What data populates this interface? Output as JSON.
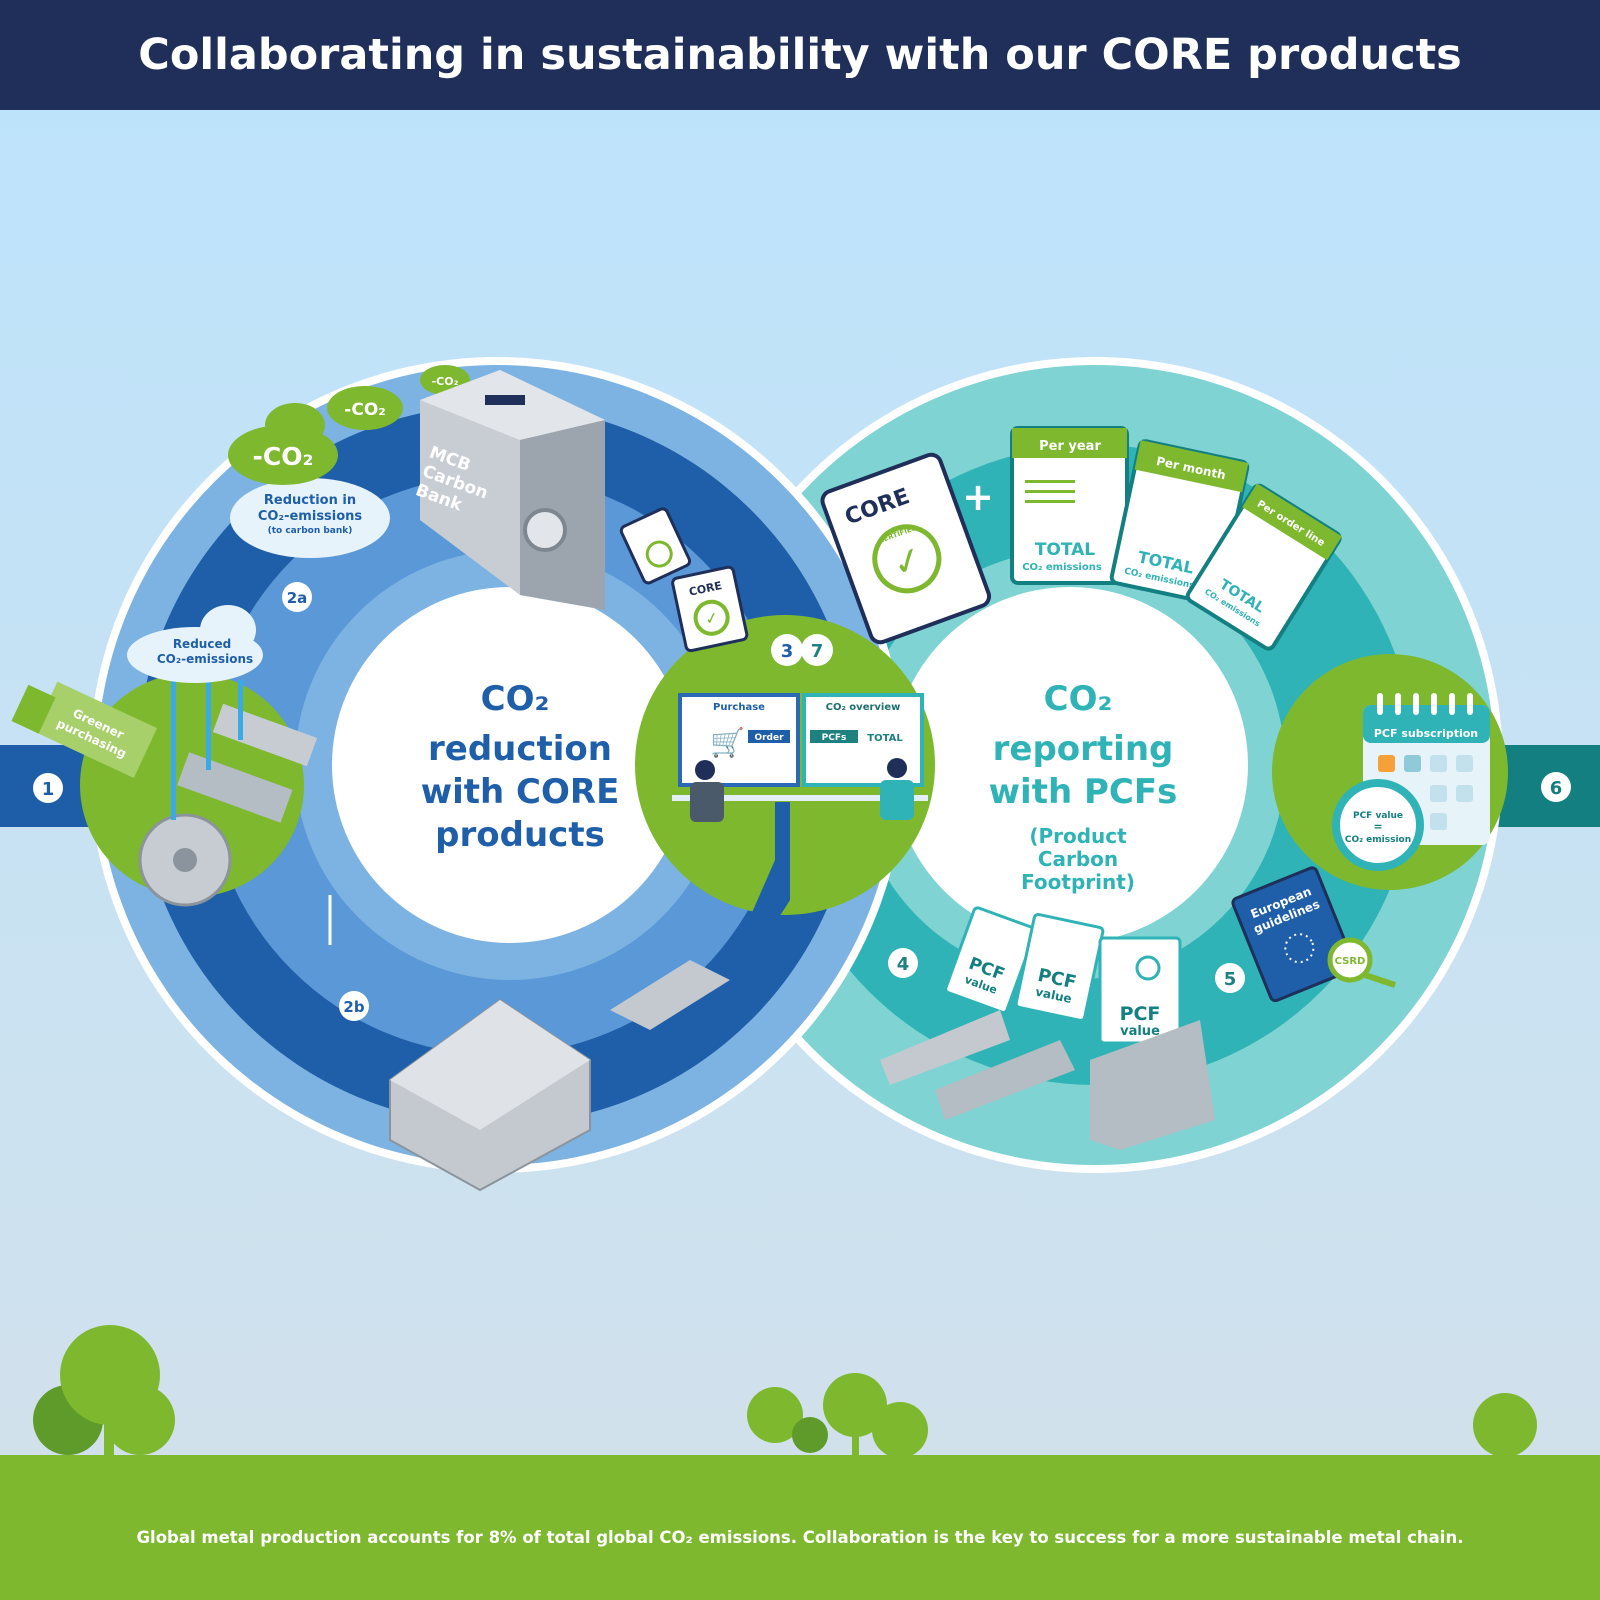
{
  "title": "Collaborating in sustainability with our CORE products",
  "left_cycle": {
    "title_line1": "CO₂",
    "title_line2": "reduction",
    "title_line3": "with CORE",
    "title_line4": "products",
    "cloud_big": "-CO₂",
    "cloud_mid": "-CO₂",
    "cloud_small": "-CO₂",
    "reduction_line1": "Reduction in",
    "reduction_line2": "CO₂-emissions",
    "reduction_line3": "(to carbon bank)",
    "reduced_line1": "Reduced",
    "reduced_line2": "CO₂-emissions",
    "truck_label_line1": "Greener",
    "truck_label_line2": "purchasing",
    "bank_line1": "MCB",
    "bank_line2": "Carbon",
    "bank_line3": "Bank",
    "core_label": "CORE"
  },
  "center": {
    "purchase_title": "Purchase",
    "order_button": "Order",
    "overview_title": "CO₂ overview",
    "pcfs_button": "PCFs",
    "total_label": "TOTAL"
  },
  "right_cycle": {
    "title_line1": "CO₂",
    "title_line2": "reporting",
    "title_line3": "with PCFs",
    "sub_line1": "(Product",
    "sub_line2": "Carbon",
    "sub_line3": "Footprint)",
    "plus": "+",
    "certified": "CERTIFIED",
    "cards": [
      {
        "title": "Per year",
        "total": "TOTAL",
        "sub": "CO₂ emissions"
      },
      {
        "title": "Per month",
        "total": "TOTAL",
        "sub": "CO₂ emissions"
      },
      {
        "title": "Per order line",
        "total": "TOTAL",
        "sub": "CO₂ emissions"
      }
    ],
    "pcf_tag": "PCF",
    "pcf_value": "value",
    "calendar_title": "PCF subscription",
    "calendar_value_line1": "PCF value",
    "calendar_value_line2": "=",
    "calendar_value_line3": "CO₂ emission",
    "eu_line1": "European",
    "eu_line2": "guidelines",
    "csrd": "CSRD"
  },
  "steps": [
    "1",
    "2a",
    "2b",
    "3",
    "7",
    "4",
    "5",
    "6"
  ],
  "footer": "Global metal production accounts for 8% of total global CO₂ emissions. Collaboration is the key to success for a more sustainable metal chain.",
  "colors": {
    "navy": "#1f2f5a",
    "blue": "#2a68b8",
    "teal": "#2fb3b6",
    "green": "#7db82f"
  }
}
